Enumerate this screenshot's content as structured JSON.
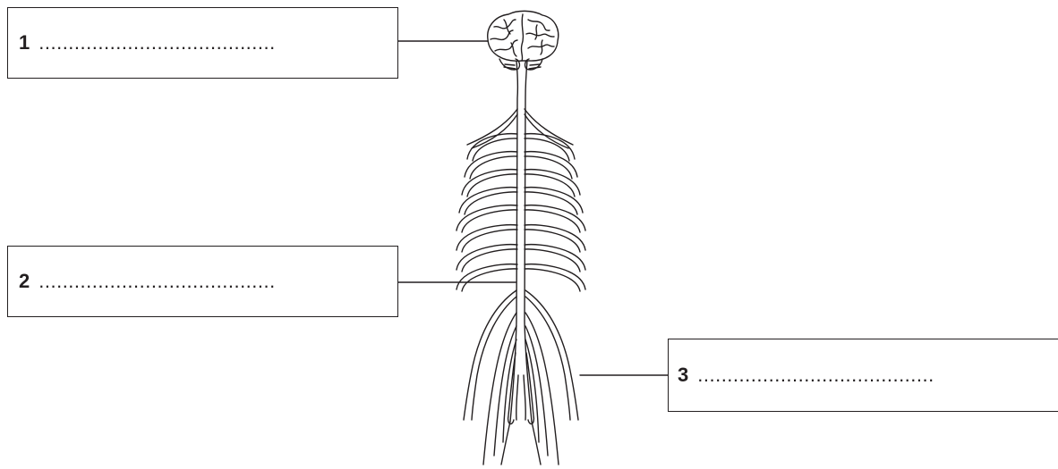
{
  "labels": [
    {
      "number": "1",
      "dots": "........................................"
    },
    {
      "number": "2",
      "dots": "........................................"
    },
    {
      "number": "3",
      "dots": "........................................"
    }
  ],
  "colors": {
    "line": "#231f20",
    "background": "#ffffff"
  },
  "icons": [
    "brain-icon",
    "spinal-cord-icon",
    "nerve-icon"
  ]
}
